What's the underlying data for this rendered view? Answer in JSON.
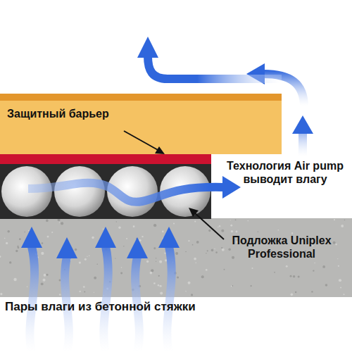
{
  "diagram": {
    "labels": [
      "Защитный барьер",
      "Технология Air pump выводит влагу",
      "Подложка Uniplex Professional",
      "Пары влаги из бетонной стяжки"
    ]
  }
}
